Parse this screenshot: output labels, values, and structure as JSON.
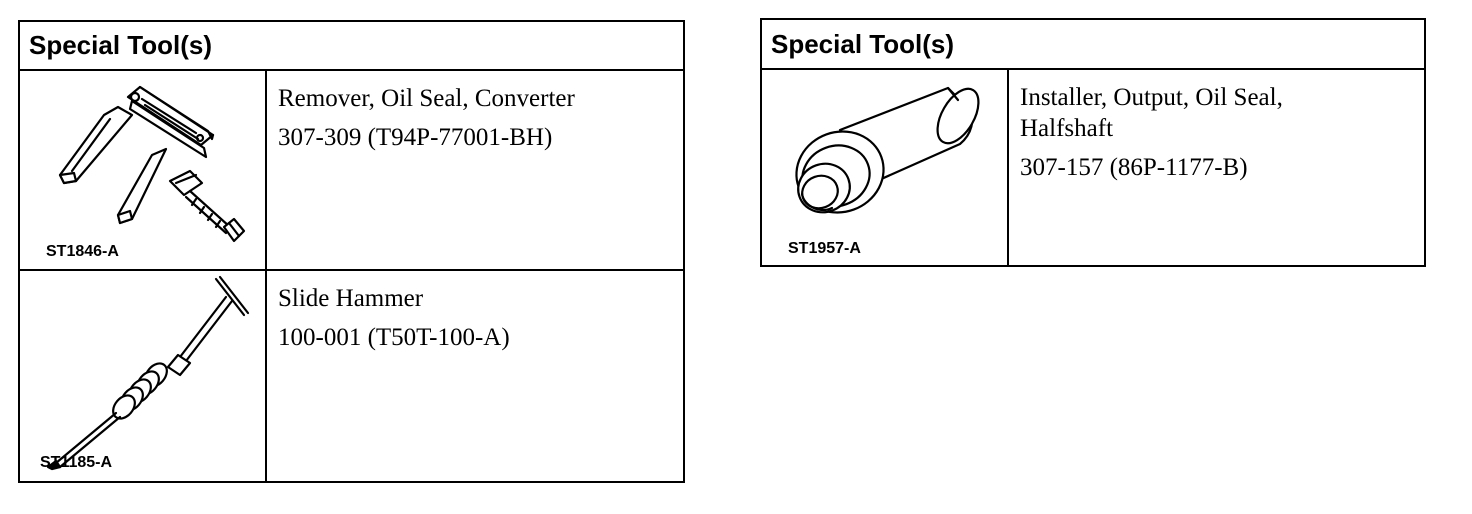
{
  "tables": [
    {
      "header": "Special Tool(s)",
      "tools": [
        {
          "figure_id": "ST1846-A",
          "name": "Remover, Oil Seal, Converter",
          "number": "307-309 (T94P-77001-BH)",
          "icon": "seal-remover-icon"
        },
        {
          "figure_id": "ST1185-A",
          "name": "Slide Hammer",
          "number": "100-001 (T50T-100-A)",
          "icon": "slide-hammer-icon"
        }
      ]
    },
    {
      "header": "Special Tool(s)",
      "tools": [
        {
          "figure_id": "ST1957-A",
          "name": "Installer, Output, Oil Seal, Halfshaft",
          "number": "307-157 (86P-1177-B)",
          "icon": "seal-installer-icon"
        }
      ]
    }
  ]
}
